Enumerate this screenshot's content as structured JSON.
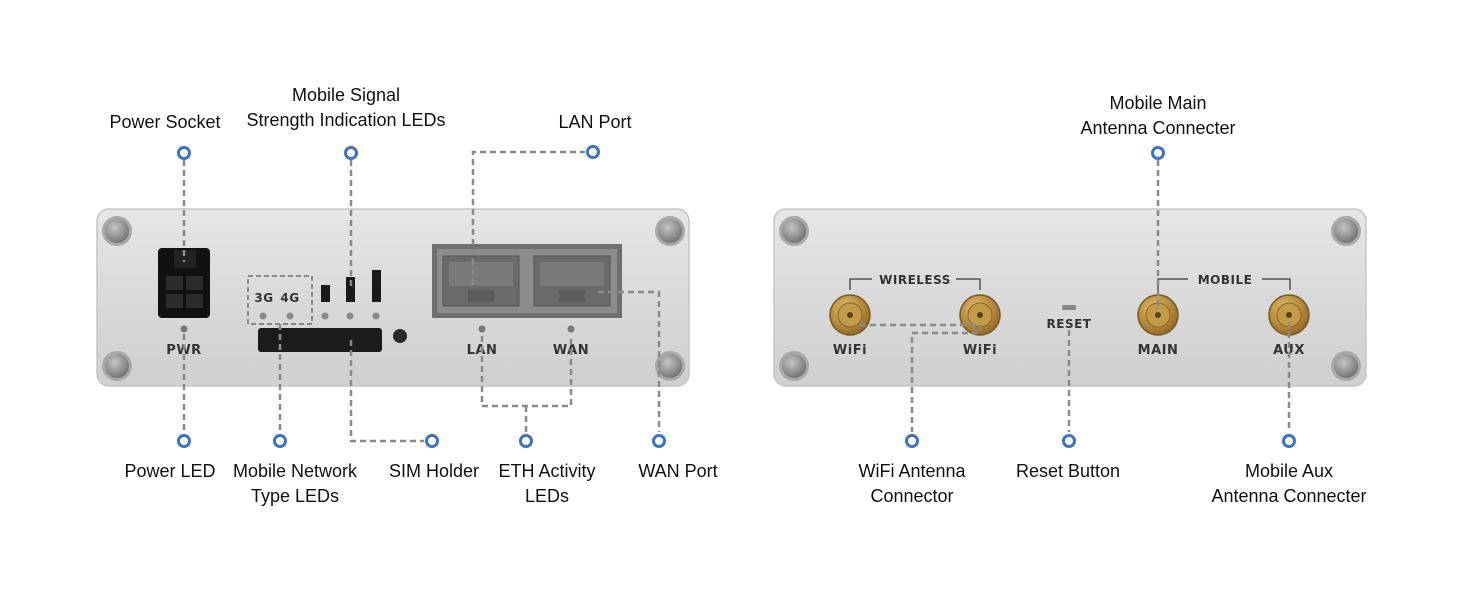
{
  "front_panel": {
    "callouts": {
      "power_socket": "Power Socket",
      "signal_leds_line1": "Mobile Signal",
      "signal_leds_line2": "Strength Indication LEDs",
      "lan_port": "LAN Port",
      "power_led": "Power LED",
      "network_type_line1": "Mobile Network",
      "network_type_line2": "Type LEDs",
      "sim_holder": "SIM Holder",
      "eth_activity_line1": "ETH Activity",
      "eth_activity_line2": "LEDs",
      "wan_port": "WAN Port"
    },
    "silkscreen": {
      "pwr": "PWR",
      "label_3g": "3G",
      "label_4g": "4G",
      "lan": "LAN",
      "wan": "WAN"
    }
  },
  "back_panel": {
    "callouts": {
      "main_antenna_line1": "Mobile Main",
      "main_antenna_line2": "Antenna Connecter",
      "wifi_antenna_line1": "WiFi Antenna",
      "wifi_antenna_line2": "Connector",
      "reset_button": "Reset Button",
      "aux_antenna_line1": "Mobile Aux",
      "aux_antenna_line2": "Antenna Connecter"
    },
    "silkscreen": {
      "wireless": "WIRELESS",
      "mobile": "MOBILE",
      "wifi_1": "WiFi",
      "wifi_2": "WiFi",
      "reset": "RESET",
      "main": "MAIN",
      "aux": "AUX"
    }
  },
  "colors": {
    "panel": "#dcdcdc",
    "leader": "#8a8a8a",
    "dot": "#3b74c4",
    "antenna": "#b48a3c"
  }
}
